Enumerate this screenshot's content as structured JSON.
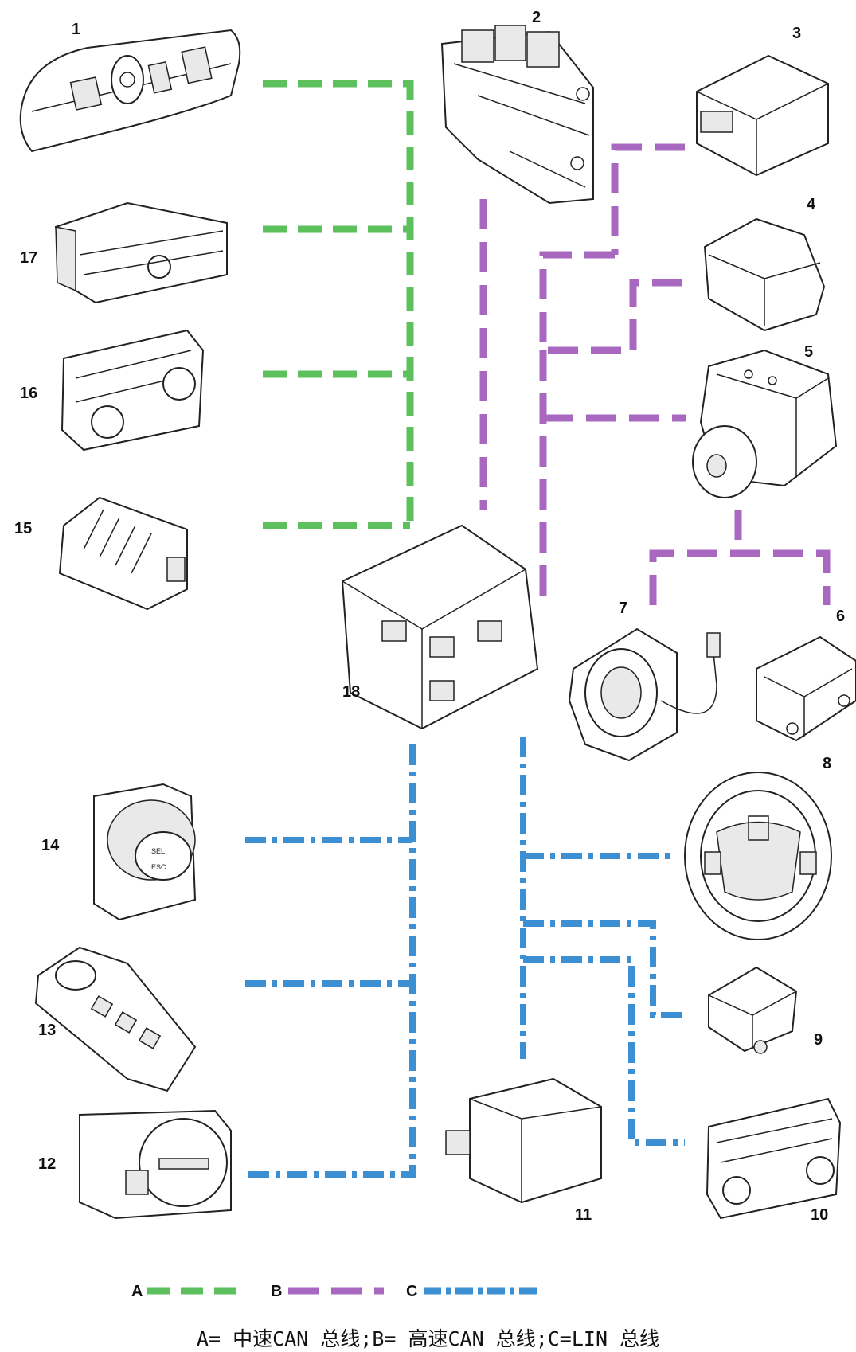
{
  "components": [
    {
      "id": "1",
      "label": "1"
    },
    {
      "id": "2",
      "label": "2"
    },
    {
      "id": "3",
      "label": "3"
    },
    {
      "id": "4",
      "label": "4"
    },
    {
      "id": "5",
      "label": "5"
    },
    {
      "id": "6",
      "label": "6"
    },
    {
      "id": "7",
      "label": "7"
    },
    {
      "id": "8",
      "label": "8"
    },
    {
      "id": "9",
      "label": "9"
    },
    {
      "id": "10",
      "label": "10"
    },
    {
      "id": "11",
      "label": "11"
    },
    {
      "id": "12",
      "label": "12"
    },
    {
      "id": "13",
      "label": "13"
    },
    {
      "id": "14",
      "label": "14"
    },
    {
      "id": "15",
      "label": "15"
    },
    {
      "id": "16",
      "label": "16"
    },
    {
      "id": "17",
      "label": "17"
    },
    {
      "id": "18",
      "label": "18"
    }
  ],
  "buses": {
    "A": {
      "letter": "A",
      "color": "#5cc05c"
    },
    "B": {
      "letter": "B",
      "color": "#a868c0"
    },
    "C": {
      "letter": "C",
      "color": "#3d8fd4"
    }
  },
  "caption": "A= 中速CAN 总线;B= 高速CAN 总线;C=LIN 总线"
}
